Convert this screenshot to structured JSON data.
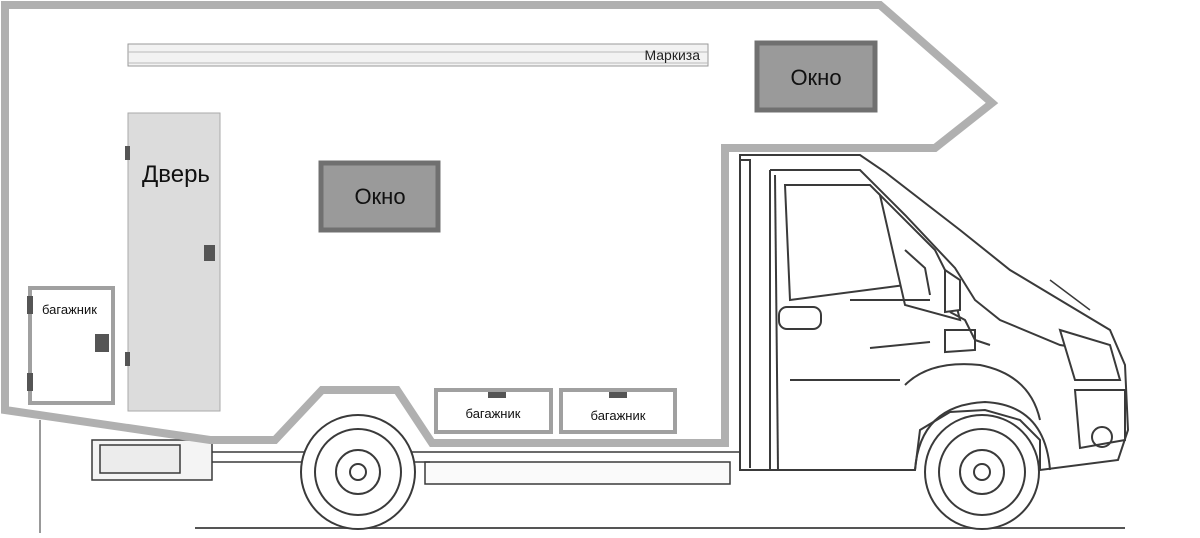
{
  "labels": {
    "awning": "Маркиза",
    "door": "Дверь",
    "window_upper": "Окно",
    "window_side": "Окно",
    "trunk_rear": "багажник",
    "trunk_mid_left": "багажник",
    "trunk_mid_right": "багажник"
  },
  "colors": {
    "body_outline": "#b0b0b0",
    "window_frame": "#707070",
    "window_fill": "#9a9a9a",
    "door_fill": "#dcdcdc",
    "line_art": "#3a3a3a"
  }
}
